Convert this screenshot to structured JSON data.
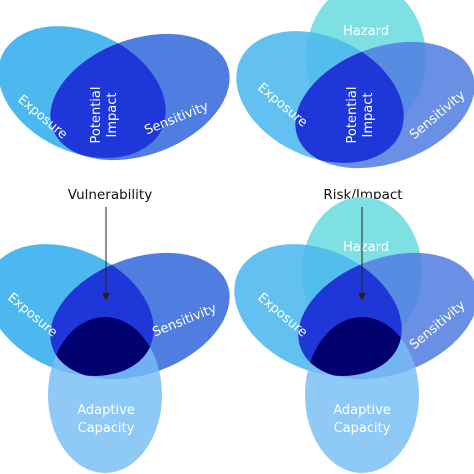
{
  "panels": {
    "top_left": {
      "exposure": "Exposure",
      "sensitivity": "Sensitivity",
      "potential_impact_line1": "Potential",
      "potential_impact_line2": "Impact"
    },
    "top_right": {
      "hazard": "Hazard",
      "exposure": "Exposure",
      "sensitivity": "Sensitivity",
      "potential_impact_line1": "Potential",
      "potential_impact_line2": "Impact"
    },
    "bottom_left": {
      "exposure": "Exposure",
      "sensitivity": "Sensitivity",
      "adaptive_line1": "Adaptive",
      "adaptive_line2": "Capacity"
    },
    "bottom_right": {
      "hazard": "Hazard",
      "exposure": "Exposure",
      "sensitivity": "Sensitivity",
      "adaptive_line1": "Adaptive",
      "adaptive_line2": "Capacity"
    }
  },
  "captions": {
    "vulnerability": "Vulnerability",
    "risk_impact": "Risk/Impact"
  },
  "colors": {
    "exposure": "#4db8ef",
    "sensitivity": "#4f7de0",
    "hazard": "#7fe0e4",
    "adaptive": "#76bdf3",
    "impact": "#1f36d8",
    "core": "#00006e",
    "arrow": "#222222"
  }
}
